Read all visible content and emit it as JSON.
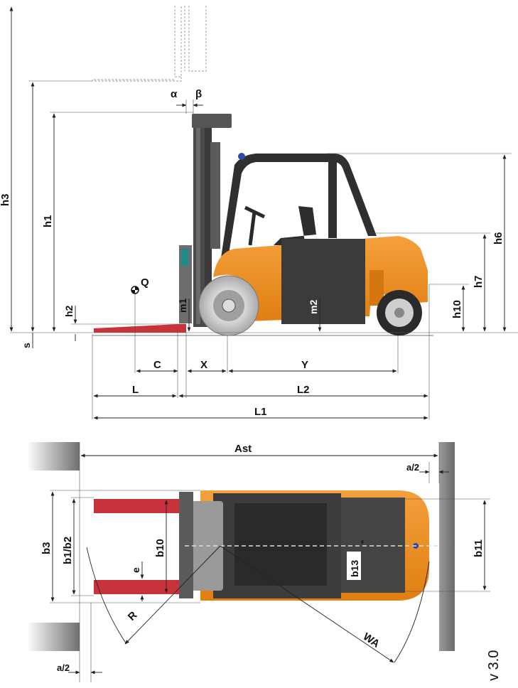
{
  "side_view_labels": {
    "alpha": "α",
    "beta": "β",
    "h3": "h3",
    "h1": "h1",
    "h2": "h2",
    "s": "s",
    "Q": "Q",
    "m1": "m1",
    "m2": "m2",
    "h6": "h6",
    "h7": "h7",
    "h10": "h10",
    "C": "C",
    "X": "X",
    "Y": "Y",
    "L": "L",
    "L2": "L2",
    "L1": "L1"
  },
  "top_view_labels": {
    "Ast": "Ast",
    "a2_top": "a/2",
    "a2_bottom": "a/2",
    "b3": "b3",
    "b1b2": "b1/b2",
    "b10": "b10",
    "e": "e",
    "R": "R",
    "WA": "WA",
    "b13": "b13",
    "b11": "b11"
  },
  "version": "v 3.0",
  "colors": {
    "body_orange": "#ee8a1e",
    "fork_red": "#c8333b",
    "dark_grey": "#3a3a3a",
    "tire_grey": "#c9c9c9",
    "wall_grey": "#8a8a8a"
  }
}
